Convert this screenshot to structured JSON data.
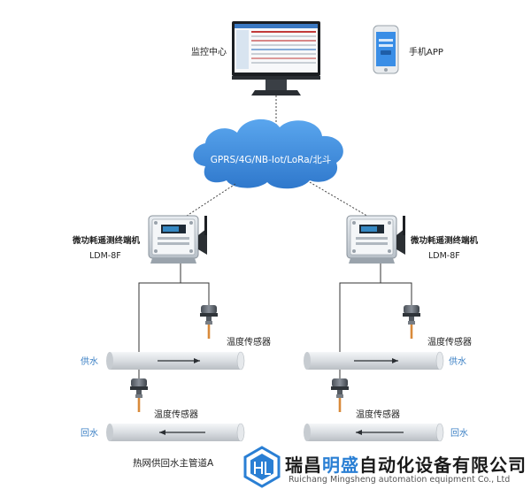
{
  "monitor_label": "监控中心",
  "phone_label": "手机APP",
  "cloud_label": "GPRS/4G/NB-Iot/LoRa/北斗",
  "left_device": {
    "name": "微功耗遥测终端机",
    "model": "LDM-8F"
  },
  "right_device": {
    "name": "微功耗遥测终端机",
    "model": "LDM-8F"
  },
  "sensor_label": "温度传感器",
  "supply_label": "供水",
  "return_label": "回水",
  "pipeline_caption": "热网供回水主管道A",
  "company": {
    "cn_prefix": "瑞昌",
    "cn_highlight": "明盛",
    "cn_suffix": "自动化设备有限公司",
    "en": "Ruichang Mingsheng automation equipment Co., Ltd"
  },
  "colors": {
    "cloud": "#3f8fe0",
    "pipe": "#dfe3e6",
    "accent": "#2a7fd4"
  }
}
